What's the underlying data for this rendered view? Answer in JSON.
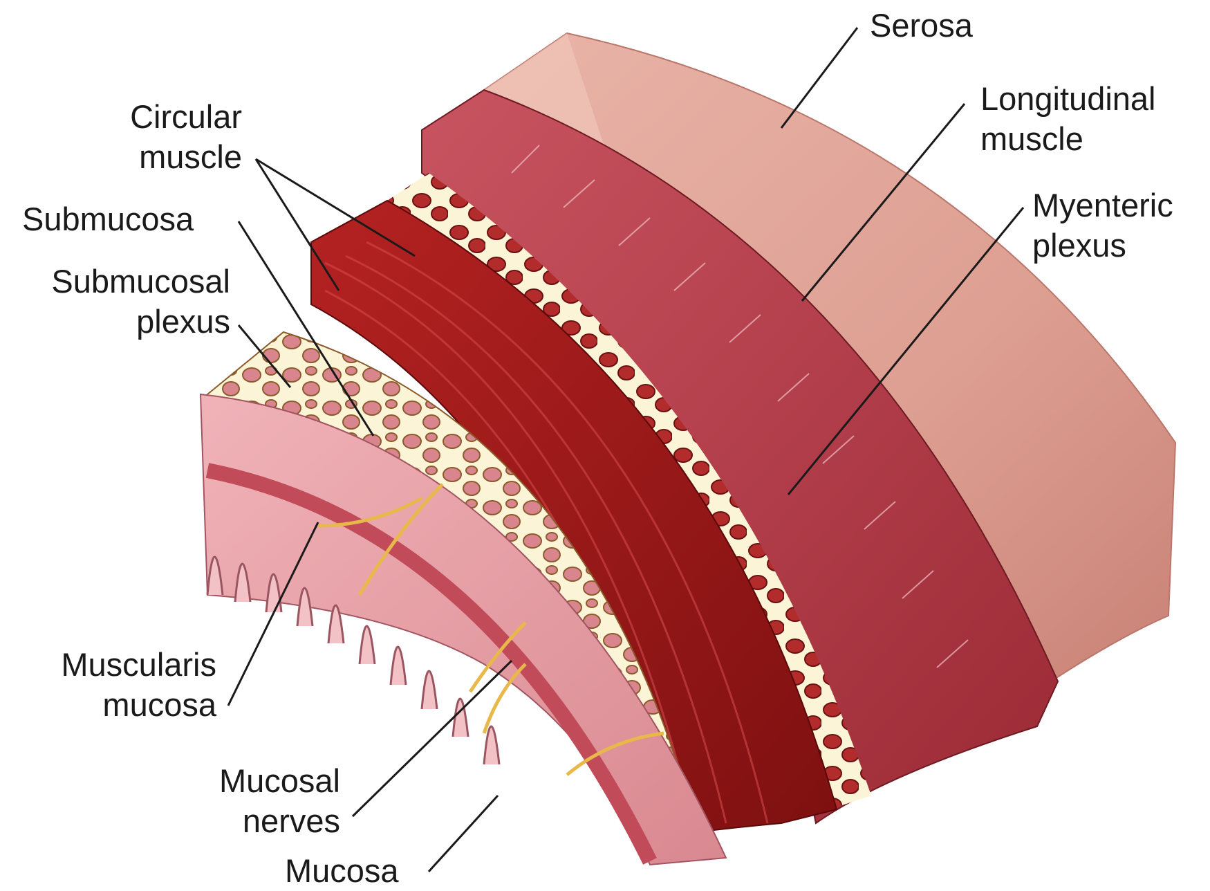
{
  "labels": {
    "serosa": "Serosa",
    "longitudinal_muscle": [
      "Longitudinal",
      "muscle"
    ],
    "myenteric_plexus": [
      "Myenteric",
      "plexus"
    ],
    "circular_muscle": [
      "Circular",
      "muscle"
    ],
    "submucosa": "Submucosa",
    "submucosal_plexus": [
      "Submucosal",
      "plexus"
    ],
    "muscularis_mucosa": [
      "Muscularis",
      "mucosa"
    ],
    "mucosal_nerves": [
      "Mucosal",
      "nerves"
    ],
    "mucosa": "Mucosa"
  },
  "colors": {
    "serosa": "#e3a79a",
    "longitudinal_muscle": "#b83a44",
    "circular_muscle": "#a01818",
    "plexus": "#fbf4d6",
    "mucosa": "#e89aa2",
    "muscularis_band": "#c14b58",
    "nerve": "#e8b84a"
  }
}
